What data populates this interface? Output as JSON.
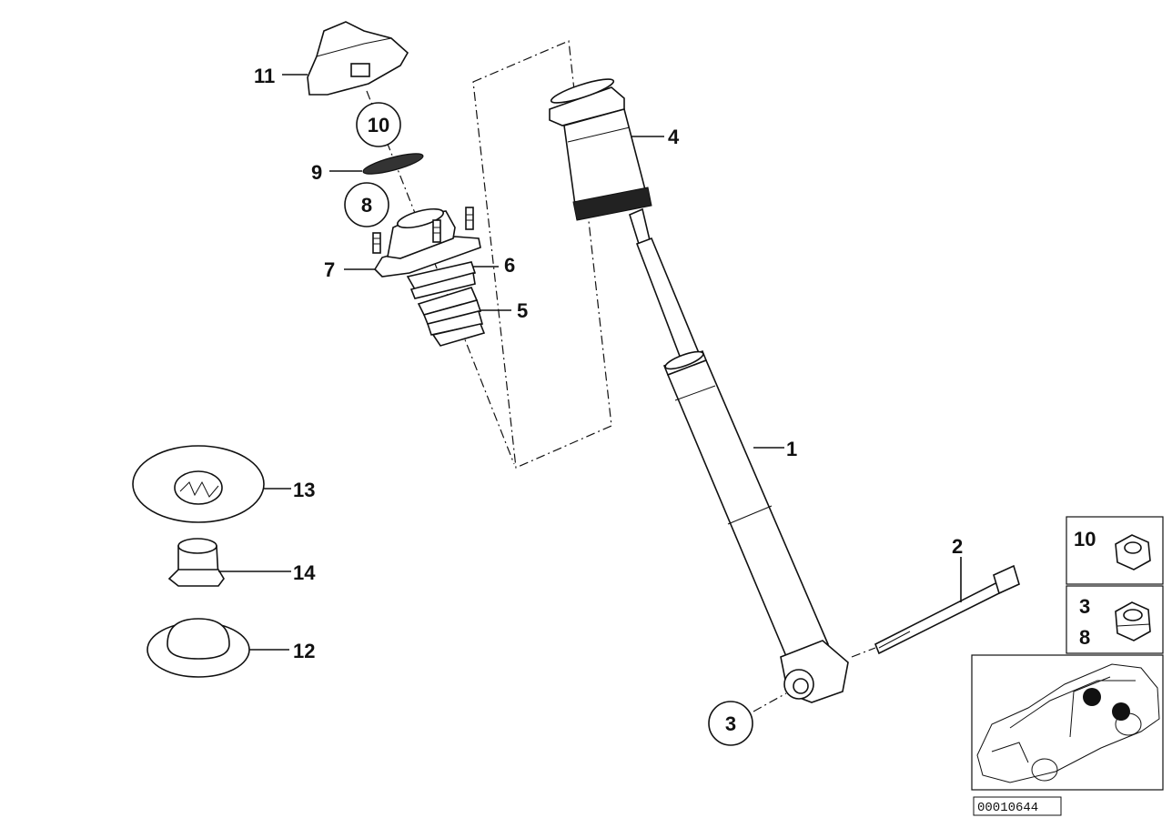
{
  "labels": {
    "l1": "1",
    "l2": "2",
    "l3": "3",
    "l4": "4",
    "l5": "5",
    "l6": "6",
    "l7": "7",
    "l8": "8",
    "l9": "9",
    "l10": "10",
    "l11": "11",
    "l12": "12",
    "l13": "13",
    "l14": "14"
  },
  "legend": {
    "box1_label": "10",
    "box2_label_a": "3",
    "box2_label_b": "8"
  },
  "reference_number": "00010644"
}
